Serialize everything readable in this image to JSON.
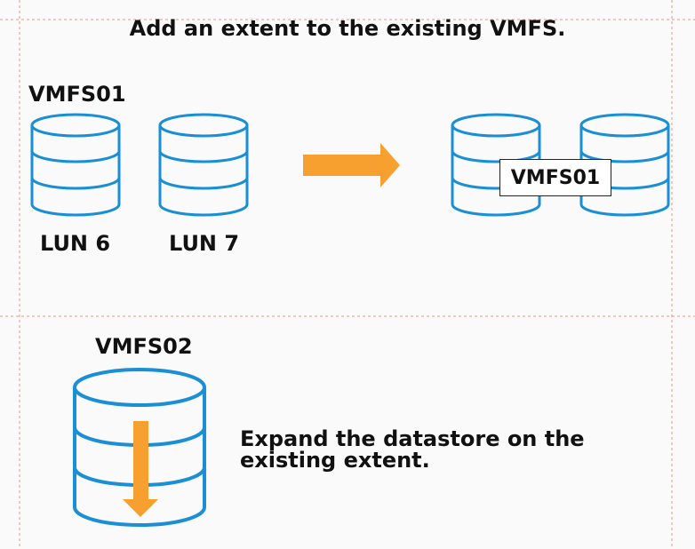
{
  "title": "Add an extent to the existing VMFS.",
  "vmfs01_label": "VMFS01",
  "lun6_label": "LUN 6",
  "lun7_label": "LUN 7",
  "combined_label": "VMFS01",
  "vmfs02_label": "VMFS02",
  "expand_line1": "Expand the datastore on the",
  "expand_line2": "existing extent.",
  "colors": {
    "disk_stroke": "#1a8fd6",
    "arrow": "#f7a030",
    "divider": "#e39a8e",
    "text": "#111111"
  },
  "icons": [
    "database-icon",
    "right-arrow-icon",
    "down-arrow-icon"
  ]
}
